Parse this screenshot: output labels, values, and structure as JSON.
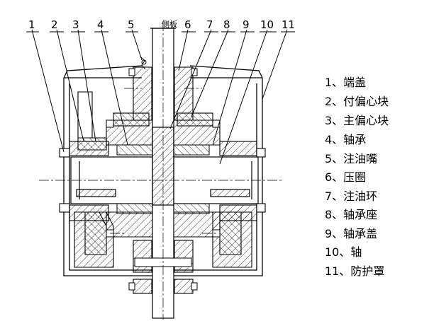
{
  "diagram": {
    "side_plate_label": "侧板",
    "callouts": [
      "1",
      "2",
      "3",
      "4",
      "5",
      "6",
      "7",
      "8",
      "9",
      "10",
      "11"
    ],
    "legend": [
      "1、端盖",
      "2、付偏心块",
      "3、主偏心块",
      "4、轴承",
      "5、注油嘴",
      "6、压圈",
      "7、注油环",
      "8、轴承座",
      "9、轴承盖",
      "10、轴",
      "11、防护罩"
    ]
  }
}
